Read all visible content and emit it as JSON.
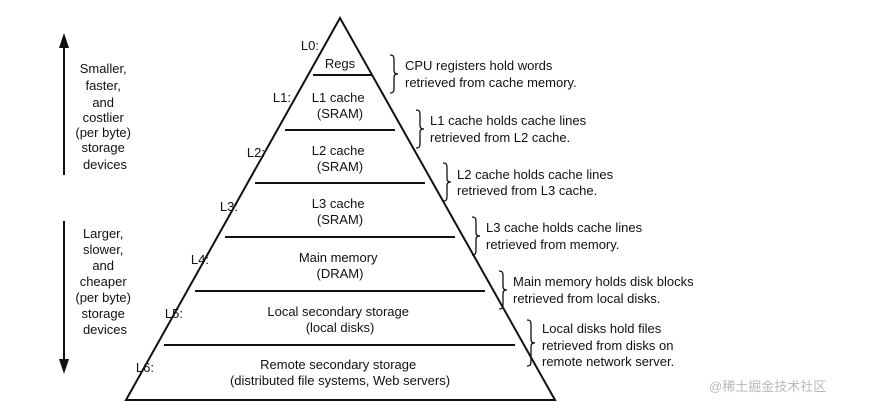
{
  "side_notes": {
    "top": [
      "Smaller,",
      "faster,",
      "and",
      "costlier",
      "(per byte)",
      "storage",
      "devices"
    ],
    "bottom": [
      "Larger,",
      "slower,",
      "and",
      "cheaper",
      "(per byte)",
      "storage",
      "devices"
    ]
  },
  "levels": [
    {
      "id": "L0:",
      "lines": [
        "Regs"
      ],
      "note": [
        "CPU registers hold words",
        "retrieved from cache memory."
      ]
    },
    {
      "id": "L1:",
      "lines": [
        "L1 cache",
        "(SRAM)"
      ],
      "note": [
        "L1 cache holds cache lines",
        "retrieved from L2 cache."
      ]
    },
    {
      "id": "L2:",
      "lines": [
        "L2 cache",
        "(SRAM)"
      ],
      "note": [
        "L2 cache holds cache lines",
        "retrieved from L3 cache."
      ]
    },
    {
      "id": "L3:",
      "lines": [
        "L3 cache",
        "(SRAM)"
      ],
      "note": [
        "L3 cache holds cache lines",
        "retrieved from memory."
      ]
    },
    {
      "id": "L4:",
      "lines": [
        "Main memory",
        "(DRAM)"
      ],
      "note": [
        "Main memory holds disk blocks",
        "retrieved from local disks."
      ]
    },
    {
      "id": "L5:",
      "lines": [
        "Local secondary storage",
        "(local disks)"
      ],
      "note": [
        "Local disks hold files",
        "retrieved from disks on",
        "remote network server."
      ]
    },
    {
      "id": "L6:",
      "lines": [
        "Remote secondary storage",
        "(distributed file systems, Web servers)"
      ],
      "note": []
    }
  ],
  "watermark": "@稀土掘金技术社区"
}
